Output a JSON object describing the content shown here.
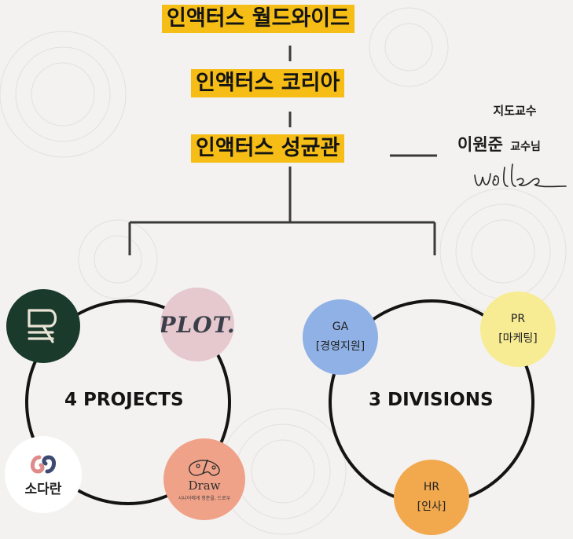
{
  "hierarchy": {
    "worldwide": "인액터스 월드와이드",
    "korea": "인액터스 코리아",
    "skku": "인액터스 성균관"
  },
  "advisor": {
    "label": "지도교수",
    "name": "이원준",
    "title": "교수님"
  },
  "projects": {
    "label": "4 PROJECTS",
    "items": [
      {
        "name": "R logo",
        "color": "#1a3a2c"
      },
      {
        "name": "PLOT.",
        "color": "#e6c8cf"
      },
      {
        "name": "소다란",
        "color": "#ffffff"
      },
      {
        "name": "Draw",
        "subtitle": "시니어에게 청춘을, 드로우",
        "color": "#f0a289"
      }
    ]
  },
  "divisions": {
    "label": "3 DIVISIONS",
    "items": [
      {
        "code": "GA",
        "name": "[경영지원]",
        "color": "#8fb1e6"
      },
      {
        "code": "PR",
        "name": "[마케팅]",
        "color": "#f7ec93"
      },
      {
        "code": "HR",
        "name": "[인사]",
        "color": "#f2a94e"
      }
    ]
  }
}
